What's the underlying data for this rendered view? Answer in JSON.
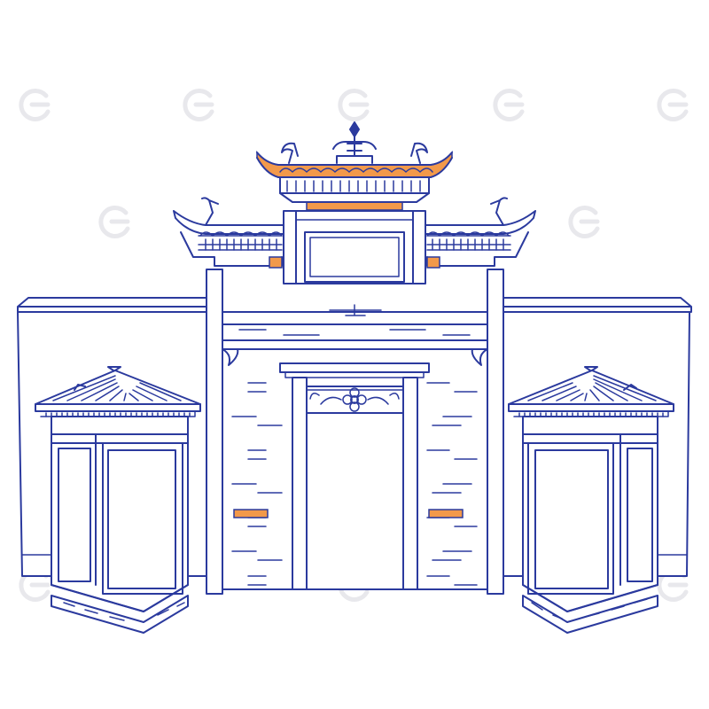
{
  "colors": {
    "background": "#ffffff",
    "line": "#2b3a9e",
    "accent": "#f2994a",
    "watermark": "#e8e8ec"
  },
  "illustration": {
    "subject": "paifang-gate",
    "parts": [
      "top-roof",
      "side-roofs",
      "center-plaque",
      "arch-doorway",
      "flanking-walls",
      "left-pavilion",
      "right-pavilion"
    ]
  }
}
